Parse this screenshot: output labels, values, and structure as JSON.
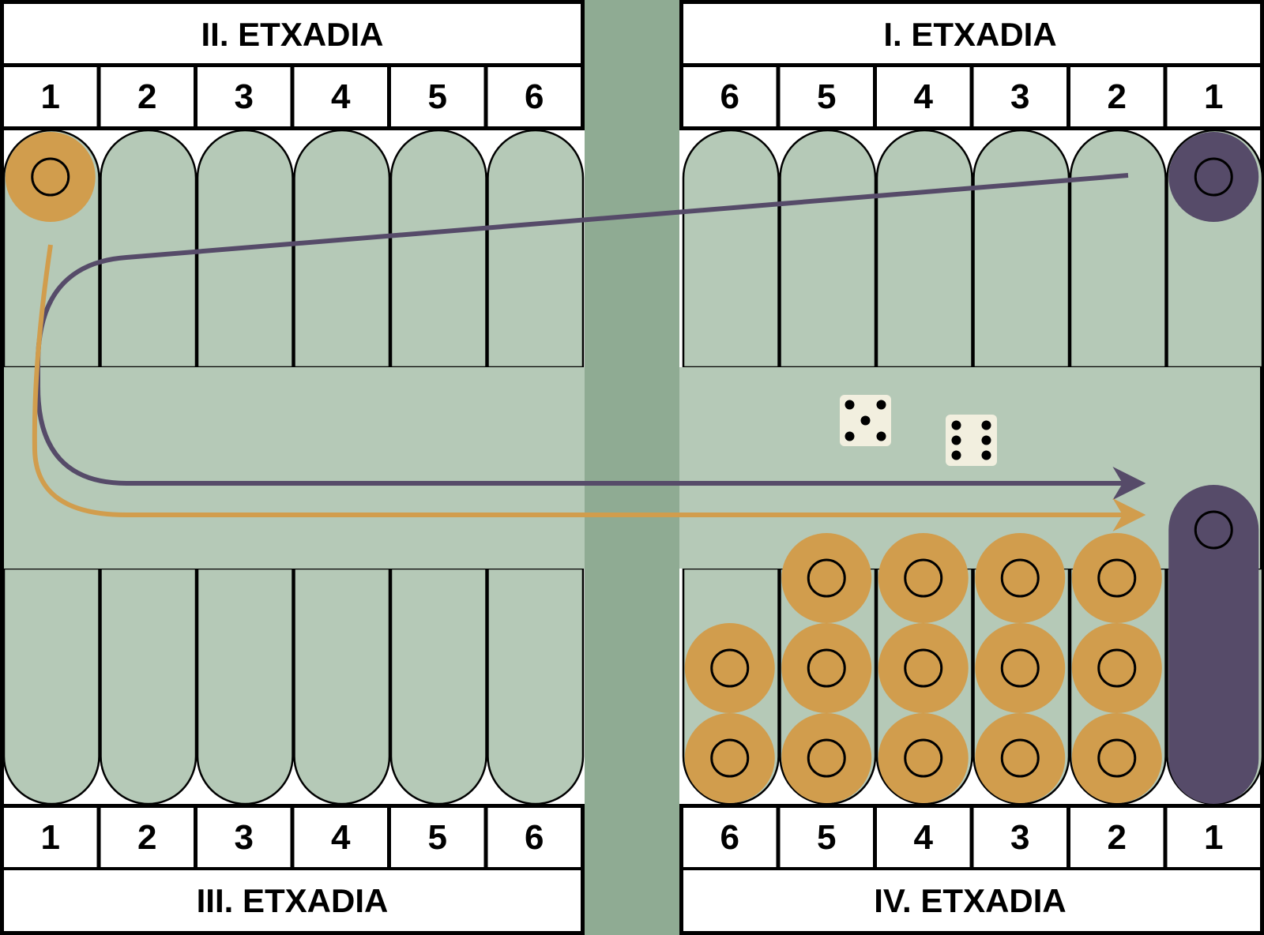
{
  "board": {
    "quadrants": {
      "top_left": "II. ETXADIA",
      "top_right": "I. ETXADIA",
      "bottom_left": "III. ETXADIA",
      "bottom_right": "IV. ETXADIA"
    },
    "numbers": {
      "top_left": [
        "1",
        "2",
        "3",
        "4",
        "5",
        "6"
      ],
      "top_right": [
        "6",
        "5",
        "4",
        "3",
        "2",
        "1"
      ],
      "bottom_left": [
        "1",
        "2",
        "3",
        "4",
        "5",
        "6"
      ],
      "bottom_right": [
        "6",
        "5",
        "4",
        "3",
        "2",
        "1"
      ]
    },
    "dice": [
      5,
      6
    ],
    "colors": {
      "board": "#b5c9b7",
      "bar": "#8fab93",
      "orange": "#d19d4d",
      "purple": "#564b69",
      "die": "#f2efdf"
    },
    "pieces": {
      "orange": [
        {
          "point": "II-1",
          "count": 1
        },
        {
          "point": "IV-6",
          "count": 2
        },
        {
          "point": "IV-5",
          "count": 3
        },
        {
          "point": "IV-4",
          "count": 3
        },
        {
          "point": "IV-3",
          "count": 3
        },
        {
          "point": "IV-2",
          "count": 3
        }
      ],
      "purple": [
        {
          "point": "I-1",
          "count": 1
        },
        {
          "point": "IV-1",
          "count": 1
        }
      ]
    }
  }
}
